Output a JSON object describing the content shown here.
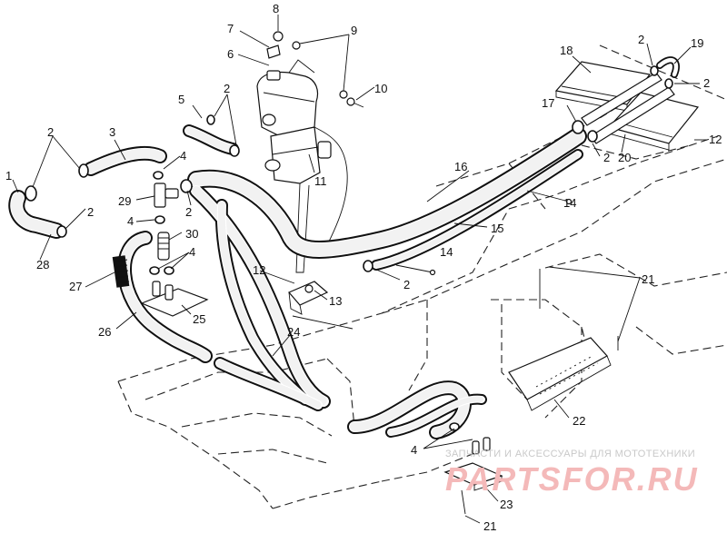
{
  "diagram": {
    "callouts": [
      "1",
      "2",
      "3",
      "4",
      "5",
      "6",
      "7",
      "8",
      "9",
      "10",
      "11",
      "12",
      "13",
      "14",
      "15",
      "16",
      "17",
      "18",
      "19",
      "20",
      "21",
      "22",
      "23",
      "24",
      "25",
      "26",
      "27",
      "28",
      "29",
      "30"
    ]
  },
  "watermark": {
    "caption": "ЗАПЧАСТИ И АКСЕССУАРЫ ДЛЯ МОТОТЕХНИКИ",
    "logo": "PARTSFOR.RU"
  },
  "colors": {
    "line": "#111111",
    "watermark": "#f4b9b9"
  }
}
